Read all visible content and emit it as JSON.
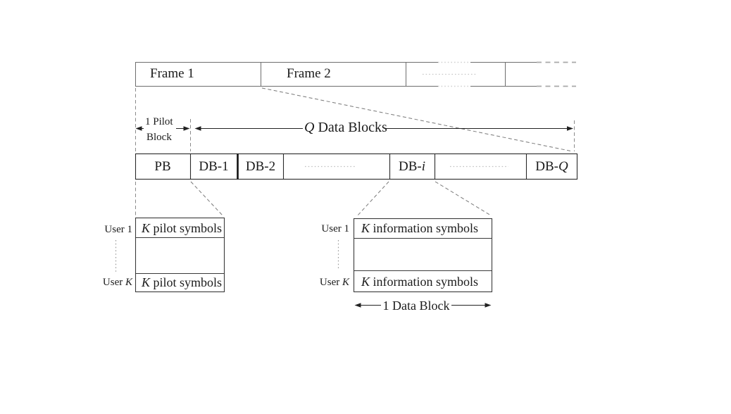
{
  "frame_row": {
    "frame1_label": "Frame 1",
    "frame2_label": "Frame 2"
  },
  "annotations": {
    "pilot_block_line1": "1 Pilot",
    "pilot_block_line2": "Block",
    "q_data_blocks_var": "Q",
    "q_data_blocks_rest": " Data Blocks",
    "one_data_block_label": "1 Data Block"
  },
  "block_row": {
    "pb_label": "PB",
    "db1_label": "DB-1",
    "db2_label": "DB-2",
    "db_prefix": "DB-",
    "db_i_var": "i",
    "db_q_var": "Q"
  },
  "pilot_table": {
    "user1_label": "User 1",
    "user_k_prefix": "User ",
    "user_k_var": "K",
    "k_var": "K",
    "pilot_symbols_rest": " pilot symbols"
  },
  "info_table": {
    "user1_label": "User 1",
    "user_k_prefix": "User ",
    "user_k_var": "K",
    "k_var": "K",
    "info_symbols_rest": " information symbols"
  },
  "colors": {
    "ink": "#1b1b1b",
    "frame_line": "#6e6e6e",
    "block_line": "#2a2a2a",
    "guide_dash": "#8a8a8a",
    "dots": "#c6c6c6"
  }
}
